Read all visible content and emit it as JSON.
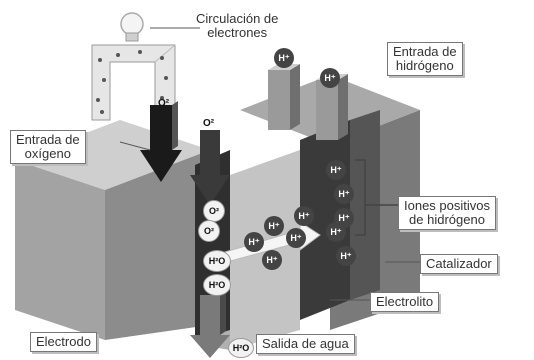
{
  "labels": {
    "circulacion": [
      "Circulación de",
      "electrones"
    ],
    "entrada_hidrogeno": [
      "Entrada de",
      "hidrógeno"
    ],
    "entrada_oxigeno": [
      "Entrada de",
      "oxígeno"
    ],
    "iones": [
      "Iones positivos",
      "de hidrógeno"
    ],
    "catalizador": "Catalizador",
    "electrolito": "Electrolito",
    "electrodo": "Electrodo",
    "salida_agua": "Salida de agua"
  },
  "species": {
    "o2": "O²",
    "h_plus": "H⁺",
    "h2o": "H²O"
  },
  "colors": {
    "dark_block": "#3a3a3a",
    "mid_block": "#8a8a8a",
    "light_block": "#b5b5b5",
    "lightest": "#d0d0d0"
  }
}
